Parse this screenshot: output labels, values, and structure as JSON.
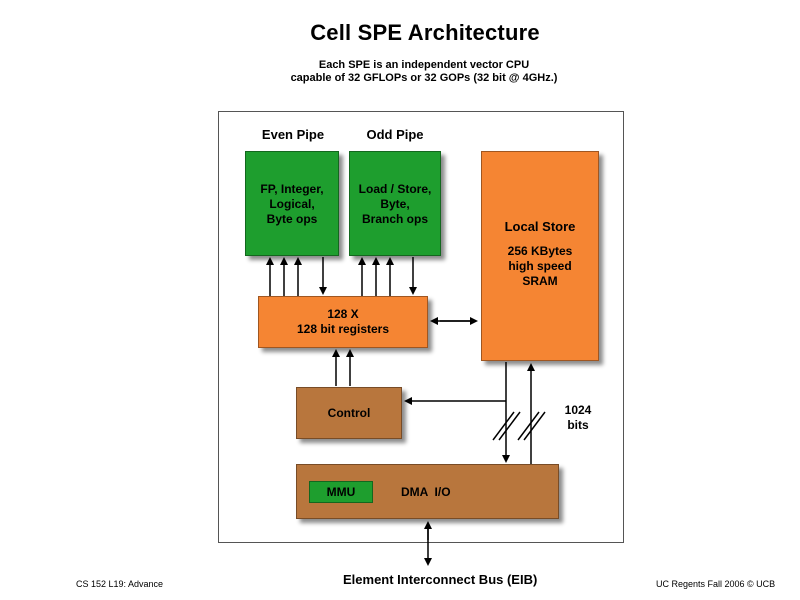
{
  "title": "Cell SPE Architecture",
  "subtitle_line1": "Each SPE is an independent vector CPU",
  "subtitle_line2": "capable of 32 GFLOPs or 32 GOPs (32 bit @ 4GHz.)",
  "even_pipe": {
    "label": "Even Pipe",
    "line1": "FP, Integer,",
    "line2": "Logical,",
    "line3": "Byte ops"
  },
  "odd_pipe": {
    "label": "Odd Pipe",
    "line1": "Load / Store,",
    "line2": "Byte,",
    "line3": "Branch ops"
  },
  "local_store": {
    "title": "Local Store",
    "line1": "256 KBytes",
    "line2": "high speed",
    "line3": "SRAM"
  },
  "registers": {
    "line1": "128 X",
    "line2": "128 bit registers"
  },
  "control": {
    "label": "Control"
  },
  "width_label": {
    "line1": "1024",
    "line2": "bits"
  },
  "dma": {
    "mmu": "MMU",
    "label": "DMA  I/O"
  },
  "bus_label": "Element Interconnect Bus (EIB)",
  "footer_left": "CS 152 L19: Advance",
  "footer_right": "UC Regents Fall 2006 © UCB",
  "colors": {
    "green": "#1e9e2e",
    "orange": "#f58533",
    "brown": "#b8763d"
  }
}
